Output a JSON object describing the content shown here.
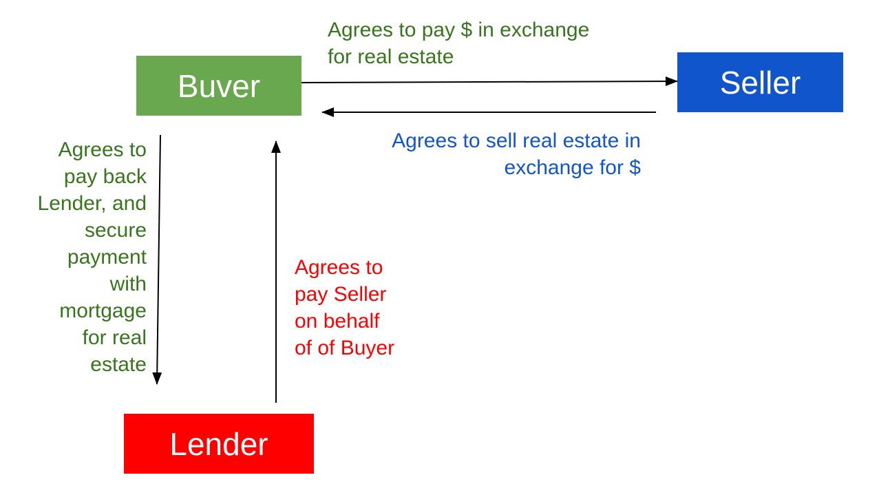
{
  "colors": {
    "buyer": "#6aa84f",
    "seller": "#1155cc",
    "lender": "#ff0000",
    "green_text": "#38761d",
    "blue_text": "#1155cc",
    "red_text": "#ff0000",
    "arrow": "#000000"
  },
  "nodes": {
    "buyer": "Buver",
    "seller": "Seller",
    "lender": "Lender"
  },
  "labels": {
    "buyer_to_seller": [
      "Agrees to pay $ in exchange",
      "for real estate"
    ],
    "seller_to_buyer": [
      "Agrees to sell real estate in",
      "exchange for $"
    ],
    "buyer_to_lender": [
      "Agrees to",
      "pay back",
      "Lender, and",
      "secure",
      "payment",
      "with",
      "mortgage",
      "for real",
      "estate"
    ],
    "lender_to_buyer": [
      "Agrees to",
      "pay Seller",
      "on behalf",
      "of of Buyer"
    ]
  }
}
